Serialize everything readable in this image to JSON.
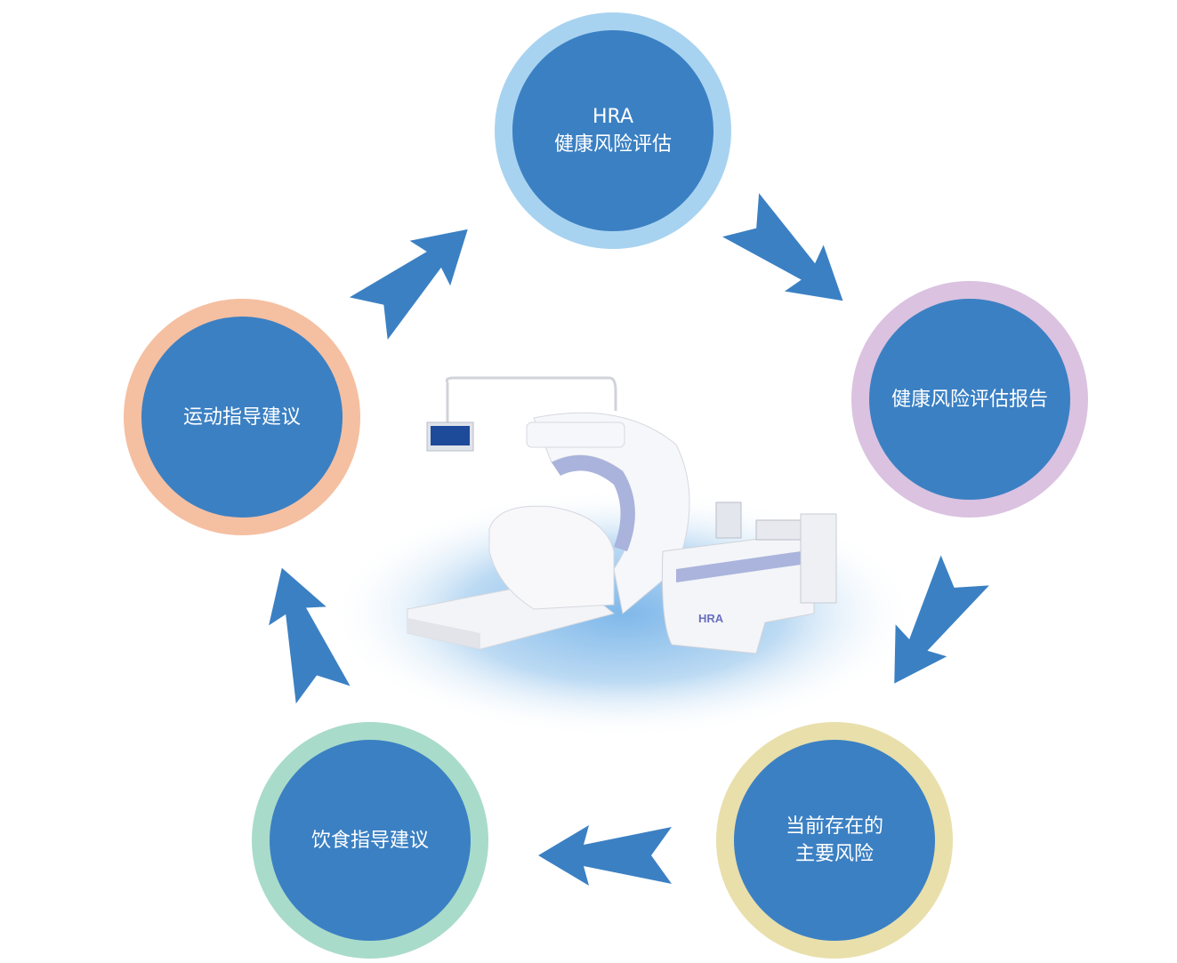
{
  "nodes": [
    {
      "id": "hra",
      "lines": [
        "HRA",
        "健康风险评估"
      ],
      "ring": "#a8d3f0"
    },
    {
      "id": "report",
      "lines": [
        "健康风险评估报告"
      ],
      "ring": "#dac2e0"
    },
    {
      "id": "risks",
      "lines": [
        "当前存在的",
        "主要风险"
      ],
      "ring": "#e8dfab"
    },
    {
      "id": "diet",
      "lines": [
        "饮食指导建议"
      ],
      "ring": "#a9dbca"
    },
    {
      "id": "exercise",
      "lines": [
        "运动指导建议"
      ],
      "ring": "#f5bfa1"
    }
  ],
  "device": {
    "logo": "HRA"
  },
  "colors": {
    "circle": "#3b80c3",
    "arrow": "#3b80c3"
  }
}
